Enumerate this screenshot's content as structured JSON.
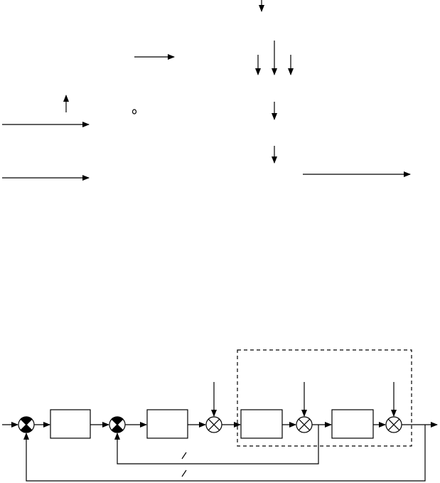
{
  "diagram": {
    "line_color": "#000000",
    "background": "#ffffff",
    "upper_fragment": {
      "arrows": [
        {
          "id": "a-top",
          "direction": "down"
        },
        {
          "id": "a-upper-right",
          "direction": "right"
        },
        {
          "id": "a-branch-center",
          "direction": "down"
        },
        {
          "id": "a-branch-left",
          "direction": "down"
        },
        {
          "id": "a-branch-right",
          "direction": "down"
        },
        {
          "id": "a-small-up",
          "direction": "up"
        },
        {
          "id": "a-input-1",
          "direction": "right"
        },
        {
          "id": "a-mid-down-1",
          "direction": "down"
        },
        {
          "id": "a-mid-down-2",
          "direction": "down"
        },
        {
          "id": "a-input-2",
          "direction": "right"
        },
        {
          "id": "a-output",
          "direction": "right"
        }
      ],
      "marks": [
        {
          "id": "small-circle",
          "shape": "circle"
        }
      ]
    },
    "block_diagram": {
      "summing_junctions": [
        {
          "id": "sum-outer",
          "style": "filled-quadrants"
        },
        {
          "id": "sum-inner",
          "style": "filled-quadrants"
        }
      ],
      "blocks": [
        {
          "id": "block-controller-outer"
        },
        {
          "id": "block-controller-inner"
        },
        {
          "id": "block-plant-1"
        },
        {
          "id": "block-plant-2"
        }
      ],
      "disturbance_junctions": [
        {
          "id": "dist-1",
          "style": "crossed-circle"
        },
        {
          "id": "dist-2",
          "style": "crossed-circle"
        },
        {
          "id": "dist-3",
          "style": "crossed-circle"
        }
      ],
      "dashed_region": {
        "id": "plant-region",
        "style": "dashed"
      },
      "feedback_loops": [
        {
          "id": "inner-feedback",
          "marker": "slash"
        },
        {
          "id": "outer-feedback",
          "marker": "slash"
        }
      ]
    }
  }
}
